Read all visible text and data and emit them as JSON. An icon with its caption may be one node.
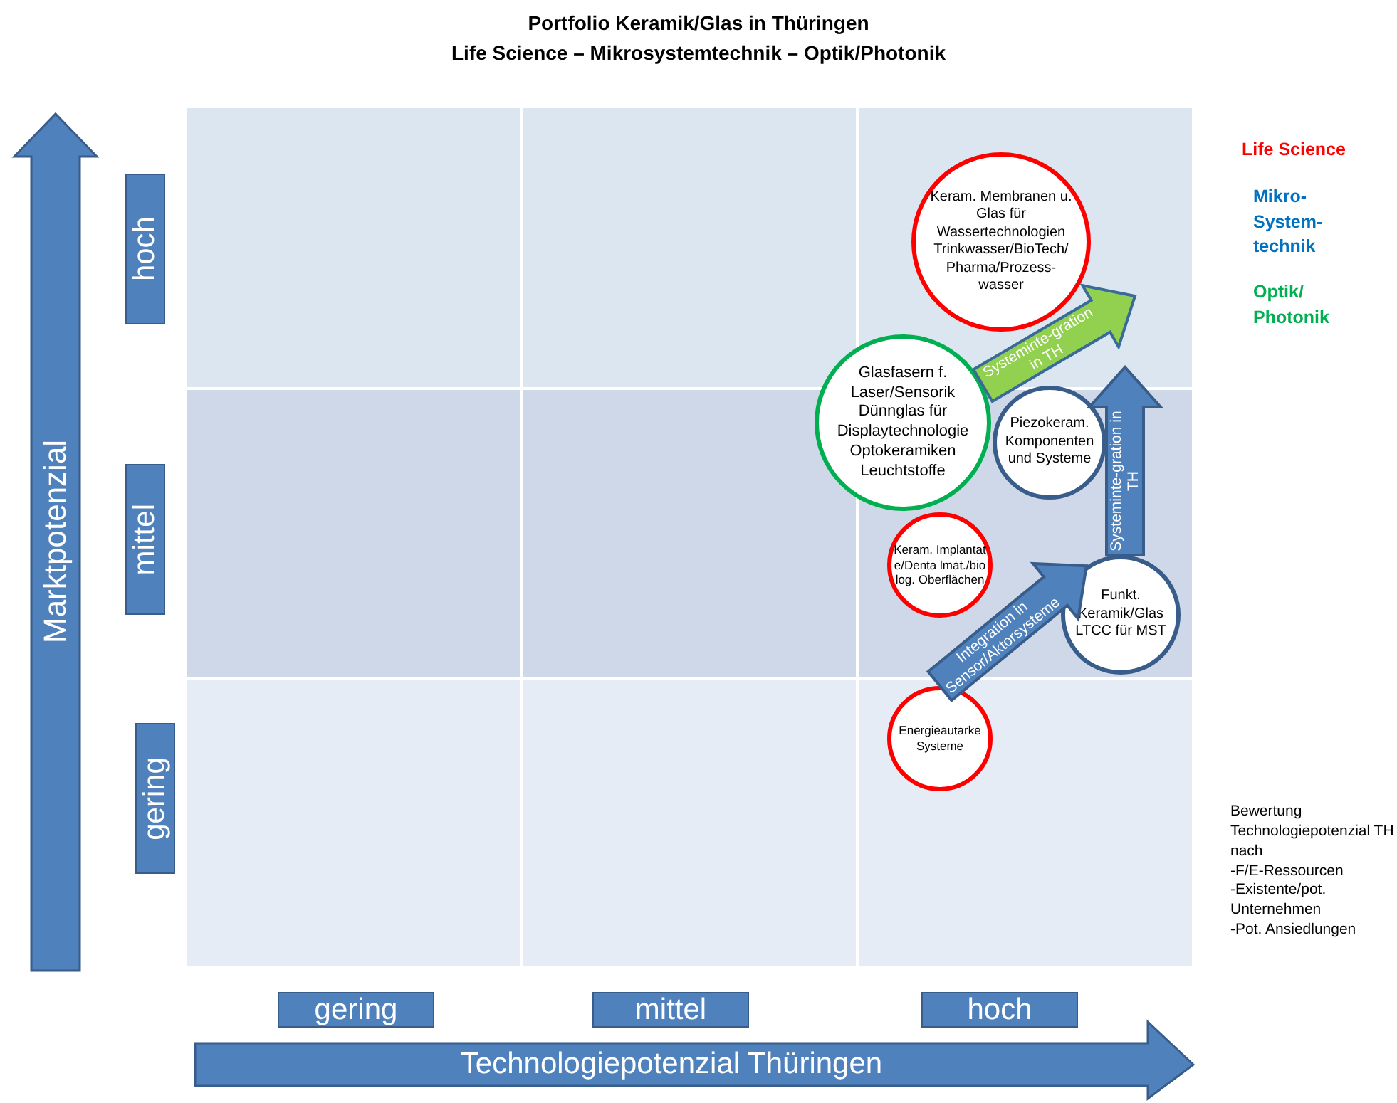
{
  "diagram": {
    "title": "Portfolio Keramik/Glas in Thüringen",
    "nodes": [
      {
        "text": [
          "hoch"
        ]
      },
      {
        "text": [
          "mittel"
        ]
      },
      {
        "text": [
          "gering"
        ]
      },
      {
        "text": [
          "gering"
        ]
      },
      {
        "text": [
          "mittel"
        ]
      },
      {
        "text": [
          "hoch"
        ]
      },
      {
        "text": [
          "Keram. Membranen u. Glas für Wassertechnologien Trinkwasser/BioTech/ Pharma/Prozess- wasser"
        ]
      },
      {
        "text": [
          "Glasfasern f. Laser/Sensorik Dünnglas für Displaytechnologie Optokeramiken Leuchtstoffe"
        ]
      },
      {
        "text": [
          "Piezokeram. Komponenten und Systeme"
        ]
      },
      {
        "text": [
          "Keram. Implantate/Denta lmat./biolog. Oberflächen"
        ]
      },
      {
        "text": [
          "Funkt. Keramik/Glas LTCC für MST"
        ]
      },
      {
        "text": [
          "Energieautarke Systeme"
        ]
      }
    ],
    "edges": [
      {
        "from": 7,
        "to": null,
        "arrow": "to",
        "label": "Systeminte-gration in TH",
        "color": "#92d050"
      },
      {
        "from": 10,
        "to": null,
        "arrow": "to",
        "label": "Systeminte-gration in TH"
      },
      {
        "from": 11,
        "to": 10,
        "arrow": "to",
        "label": "Integration in Sensor/Aktorsysteme"
      }
    ],
    "labels": [
      "Life Science – Mikrosystemtechnik – Optik/Photonik",
      "Marktpotenzial",
      "Technologiepotenzial Thüringen",
      "Bewertung Technologiepotenzial TH nach",
      "-F/E-Ressourcen",
      "-Existente/pot. Unternehmen",
      "-Pot. Ansiedlungen"
    ],
    "legend": [
      {
        "text": "Life Science",
        "color": "#ff0000"
      },
      {
        "text": "Mikro- System- technik",
        "color": "#0070c0"
      },
      {
        "text": "Optik/ Photonik",
        "color": "#00b050"
      }
    ]
  }
}
